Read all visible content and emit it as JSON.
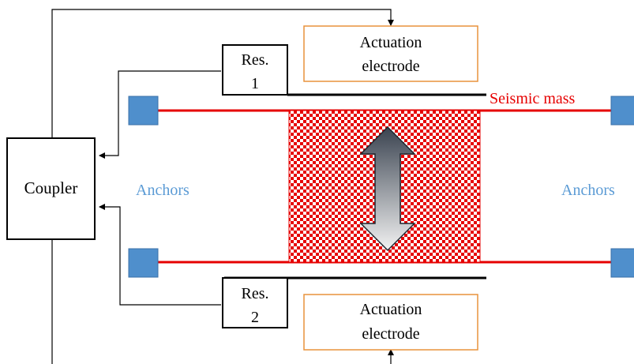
{
  "labels": {
    "coupler": "Coupler",
    "res1_line1": "Res.",
    "res1_line2": "1",
    "res2_line1": "Res.",
    "res2_line2": "2",
    "actuation_top_line1": "Actuation",
    "actuation_top_line2": "electrode",
    "actuation_bottom_line1": "Actuation",
    "actuation_bottom_line2": "electrode",
    "seismic_mass": "Seismic mass",
    "anchors_left": "Anchors",
    "anchors_right": "Anchors"
  },
  "colors": {
    "line": "#000000",
    "electrode_border": "#e8923c",
    "seismic_mass": "#e60000",
    "anchor": "#4f8fcc",
    "anchor_text": "#5b9bd5",
    "arrow_dark": "#3a4350",
    "arrow_light": "#f2f2f2"
  }
}
